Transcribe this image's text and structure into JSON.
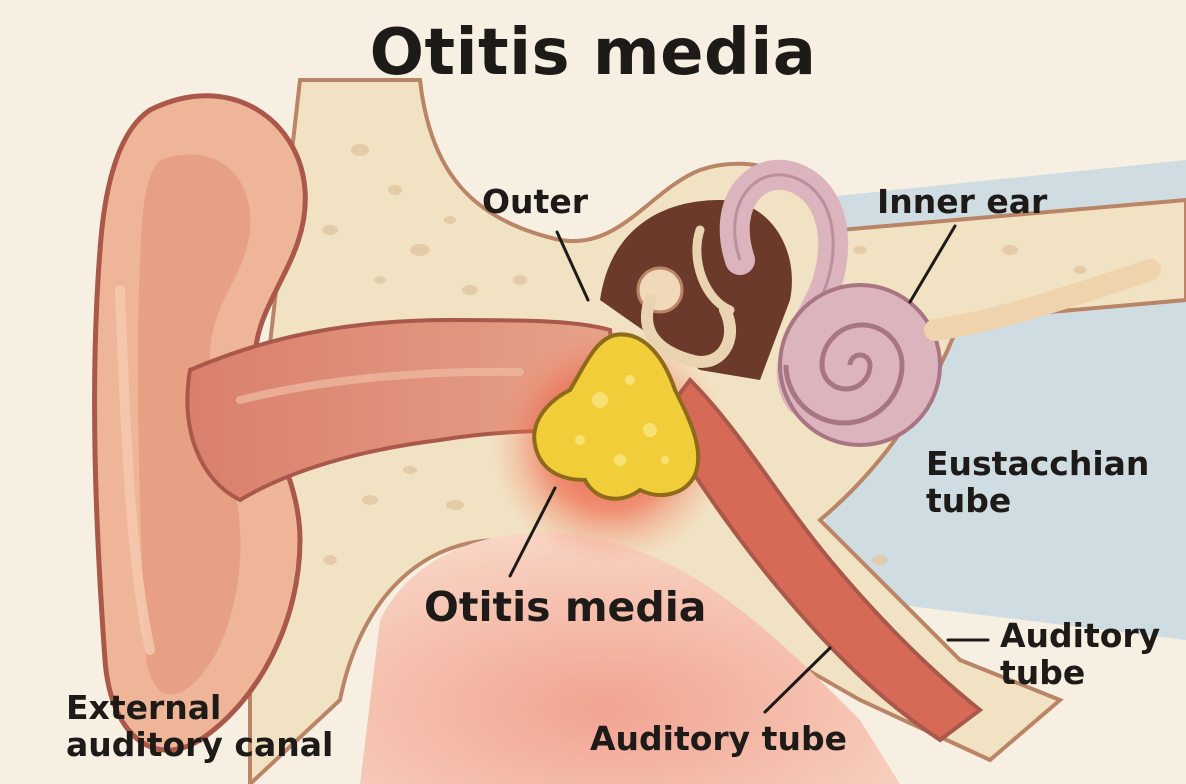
{
  "title": "Otitis media",
  "labels": {
    "outer": "Outer",
    "inner_ear": "Inner ear",
    "eustachian": {
      "line1": "Eustacchian",
      "line2": "tube"
    },
    "otitis_media": "Otitis media",
    "auditory_tube_right": {
      "line1": "Auditory",
      "line2": "tube"
    },
    "auditory_tube_bottom": "Auditory tube",
    "external_canal": {
      "line1": "External",
      "line2": "auditory canal"
    }
  },
  "colors": {
    "background": "#f7efe2",
    "bone": "#f2e2c4",
    "skin": "#eeb598",
    "skin_outline": "#a9584a",
    "canal": "#dd8b76",
    "pus": "#f2cd3a",
    "inflammation": "#e8402f",
    "inner_ear": "#dcb4bd",
    "fluid_blue": "#cfdde3",
    "text": "#1d1a18"
  }
}
